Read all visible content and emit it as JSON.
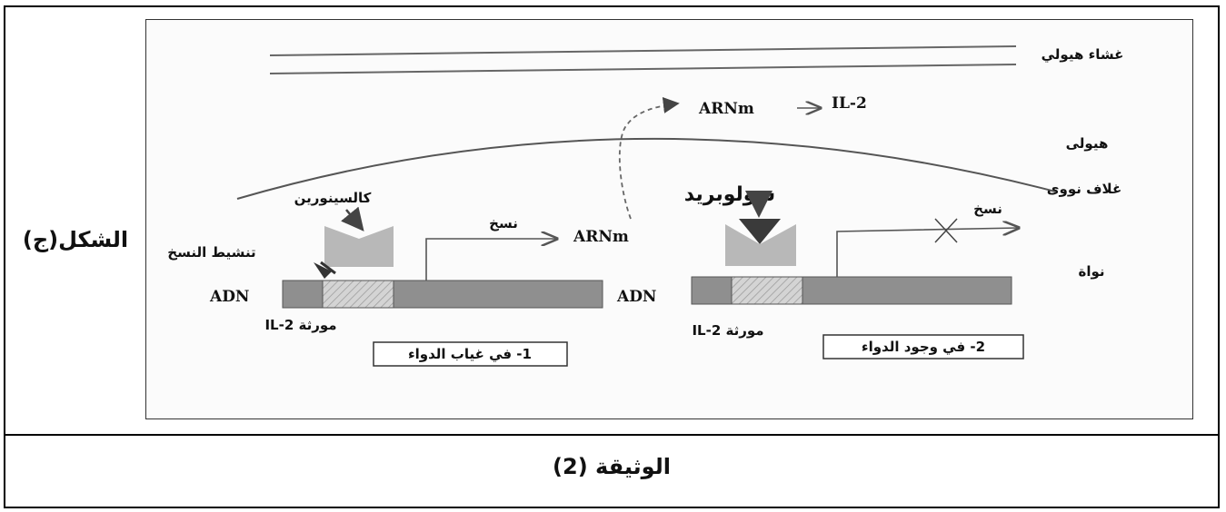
{
  "side_label": "الشكل(ج)",
  "document_title": "الوثيقة (2)",
  "diagram": {
    "cell_membrane": "غشاء هيولي",
    "cytoplasm": "هيولى",
    "nuclear_envelope": "غلاف نووى",
    "nucleus": "نواة",
    "arnm_top": "ARNm",
    "il2_top": "IL-2",
    "panel1": {
      "protein": "كالسينورين",
      "activation": "تنشيط النسخ",
      "transcription": "نسخ",
      "arnm": "ARNm",
      "adn": "ADN",
      "gene_label": "مورثة IL-2",
      "caption": "1- في غياب الدواء"
    },
    "panel2": {
      "drug": "سولوبريد",
      "transcription": "نسخ",
      "adn": "ADN",
      "gene_label": "مورثة IL-2",
      "caption": "2- في وجود الدواء"
    },
    "colors": {
      "dna_bar": "#8f8f8f",
      "gene_segment": "#d4d4d4",
      "protein": "#b8b8b8",
      "drug": "#3a3a3a"
    }
  }
}
